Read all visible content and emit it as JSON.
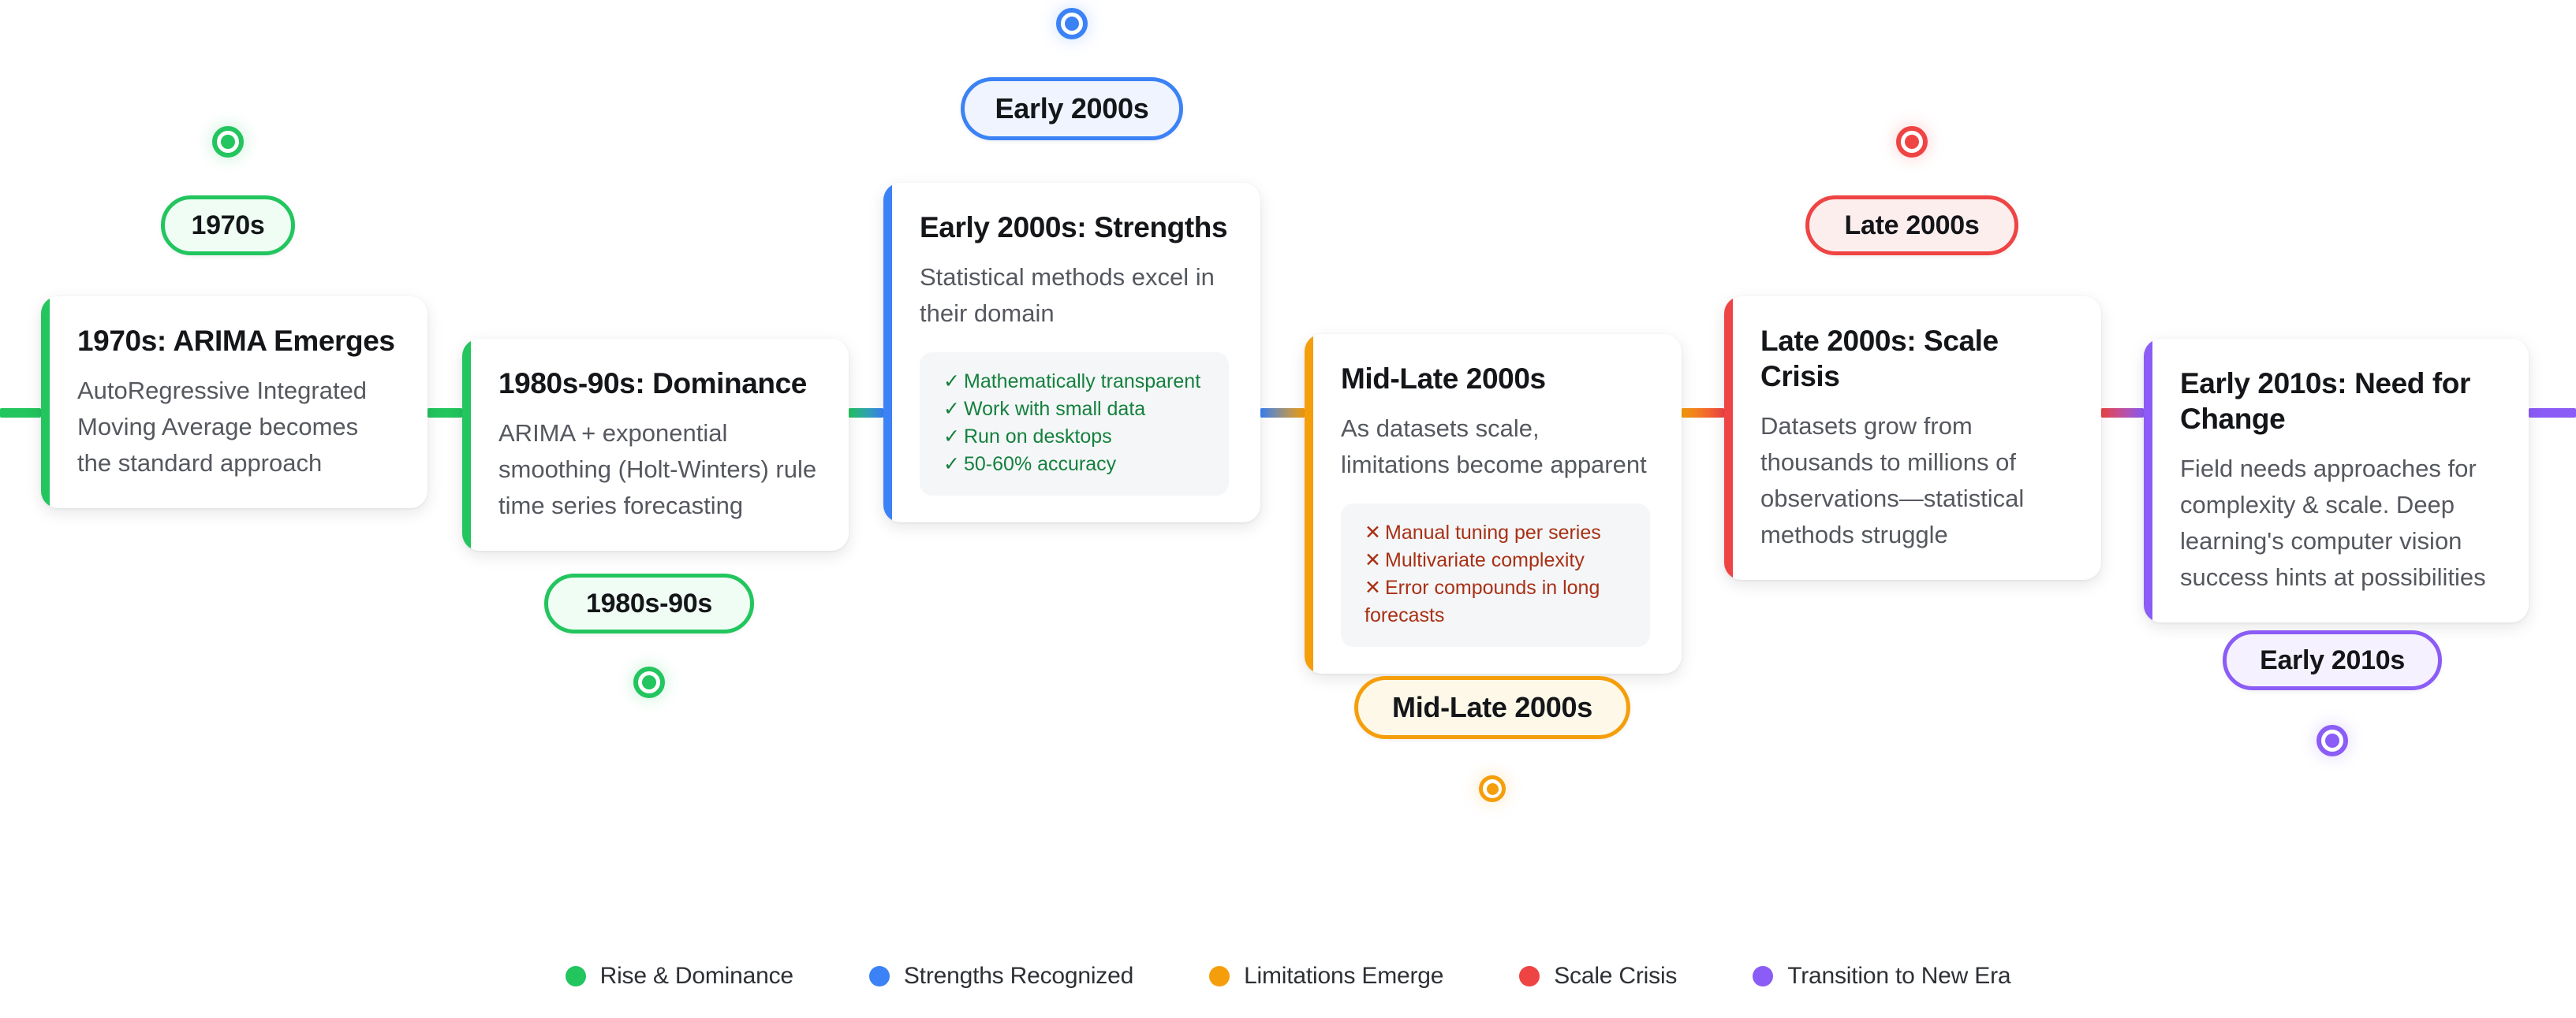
{
  "timeline": {
    "colors": {
      "green": "#22c55e",
      "blue": "#3b82f6",
      "orange": "#f59e0b",
      "red": "#ef4444",
      "purple": "#8b5cf6"
    },
    "events": [
      {
        "id": "1970s",
        "pill_label": "1970s",
        "title": "1970s: ARIMA Emerges",
        "description": "AutoRegressive Integrated Moving Average becomes the standard approach",
        "color": "#22c55e",
        "pill_bg": "#effdf4",
        "node_position": "above",
        "dot_icon": "filled-circle-marker-icon",
        "details": []
      },
      {
        "id": "1980s-90s",
        "pill_label": "1980s-90s",
        "title": "1980s-90s: Dominance",
        "description": "ARIMA + exponential smoothing (Holt-Winters) rule time series forecasting",
        "color": "#22c55e",
        "pill_bg": "#effdf4",
        "node_position": "below",
        "dot_icon": "filled-circle-marker-icon",
        "details": []
      },
      {
        "id": "early-2000s",
        "pill_label": "Early 2000s",
        "title": "Early 2000s: Strengths",
        "description": "Statistical methods excel in their domain",
        "color": "#3b82f6",
        "pill_bg": "#eff4fe",
        "node_position": "above",
        "dot_icon": "filled-circle-marker-icon",
        "details_kind": "check",
        "details_color": "#15803d",
        "details": [
          "Mathematically transparent",
          "Work with small data",
          "Run on desktops",
          "50-60% accuracy"
        ]
      },
      {
        "id": "mid-late-2000s",
        "pill_label": "Mid-Late 2000s",
        "title": "Mid-Late 2000s",
        "description": "As datasets scale, limitations become apparent",
        "color": "#f59e0b",
        "pill_bg": "#fdf8e7",
        "node_position": "below",
        "dot_icon": "filled-circle-marker-icon",
        "details_kind": "cross",
        "details_color": "#a93014",
        "details": [
          "Manual tuning per series",
          "Multivariate complexity",
          "Error compounds in long forecasts"
        ]
      },
      {
        "id": "late-2000s",
        "pill_label": "Late 2000s",
        "title": "Late 2000s: Scale Crisis",
        "description": "Datasets grow from thousands to millions of observations—statistical methods struggle",
        "color": "#ef4444",
        "pill_bg": "#fdeeee",
        "node_position": "above",
        "dot_icon": "filled-circle-marker-icon",
        "details": []
      },
      {
        "id": "early-2010s",
        "pill_label": "Early 2010s",
        "title": "Early 2010s: Need for Change",
        "description": "Field needs approaches for complexity & scale. Deep learning's computer vision success hints at possibilities",
        "color": "#8b5cf6",
        "pill_bg": "#f5f1fe",
        "node_position": "below",
        "dot_icon": "filled-circle-marker-icon",
        "details": []
      }
    ],
    "check_mark": "✓",
    "cross_mark": "✕"
  },
  "legend": {
    "items": [
      {
        "label": "Rise & Dominance",
        "color": "#22c55e",
        "icon": "legend-dot-icon"
      },
      {
        "label": "Strengths Recognized",
        "color": "#3b82f6",
        "icon": "legend-dot-icon"
      },
      {
        "label": "Limitations Emerge",
        "color": "#f59e0b",
        "icon": "legend-dot-icon"
      },
      {
        "label": "Scale Crisis",
        "color": "#ef4444",
        "icon": "legend-dot-icon"
      },
      {
        "label": "Transition to New Era",
        "color": "#8b5cf6",
        "icon": "legend-dot-icon"
      }
    ]
  }
}
